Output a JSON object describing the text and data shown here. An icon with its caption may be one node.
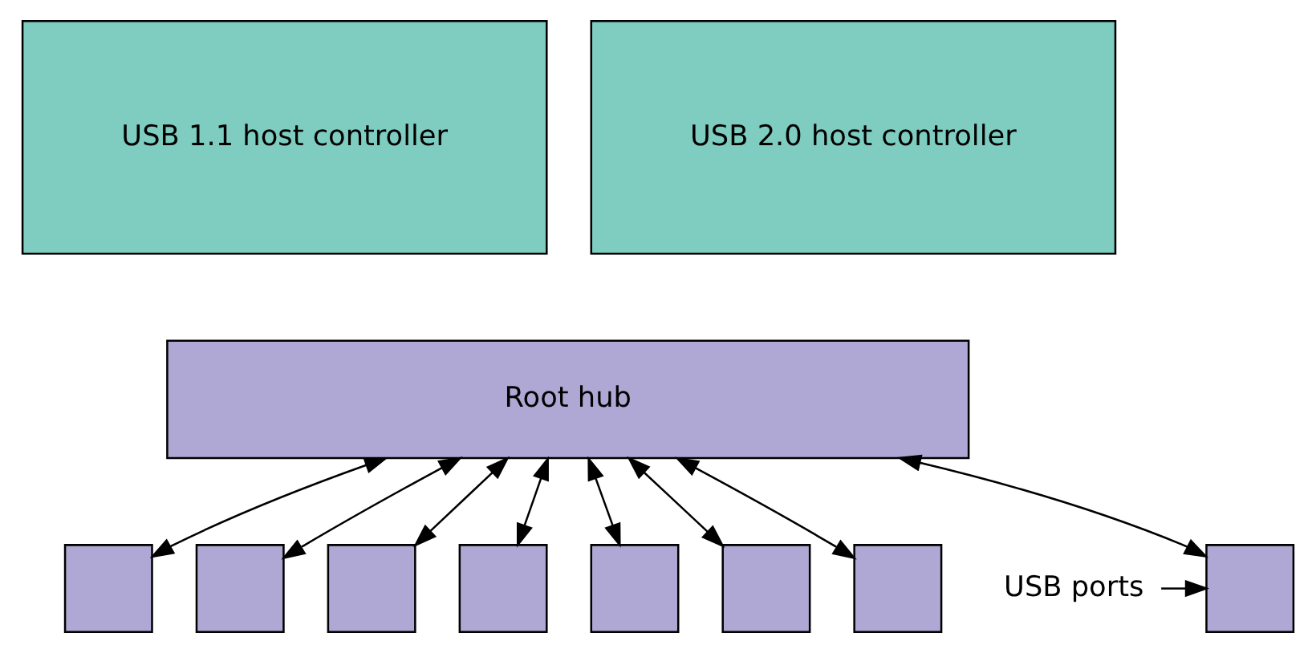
{
  "diagram": {
    "nodes": [
      {
        "text": [
          "USB 1.1 host controller"
        ]
      },
      {
        "text": [
          "USB 2.0 host controller"
        ]
      },
      {
        "text": [
          "Root hub"
        ]
      },
      {
        "text": [],
        "shape": "box"
      },
      {
        "text": [],
        "shape": "box"
      },
      {
        "text": [],
        "shape": "box"
      },
      {
        "text": [],
        "shape": "box"
      },
      {
        "text": [],
        "shape": "box"
      },
      {
        "text": [],
        "shape": "box"
      },
      {
        "text": [],
        "shape": "box"
      },
      {
        "text": [],
        "shape": "box"
      },
      {
        "text": [
          "USB ports"
        ]
      }
    ],
    "edges": [
      {
        "from": 2,
        "to": 3,
        "arrow": "both"
      },
      {
        "from": 2,
        "to": 4,
        "arrow": "both"
      },
      {
        "from": 2,
        "to": 5,
        "arrow": "both"
      },
      {
        "from": 2,
        "to": 6,
        "arrow": "both"
      },
      {
        "from": 2,
        "to": 7,
        "arrow": "both"
      },
      {
        "from": 2,
        "to": 8,
        "arrow": "both"
      },
      {
        "from": 2,
        "to": 9,
        "arrow": "both"
      },
      {
        "from": 2,
        "to": 10,
        "arrow": "both"
      },
      {
        "from": 11,
        "to": 10,
        "arrow": "to"
      }
    ]
  }
}
